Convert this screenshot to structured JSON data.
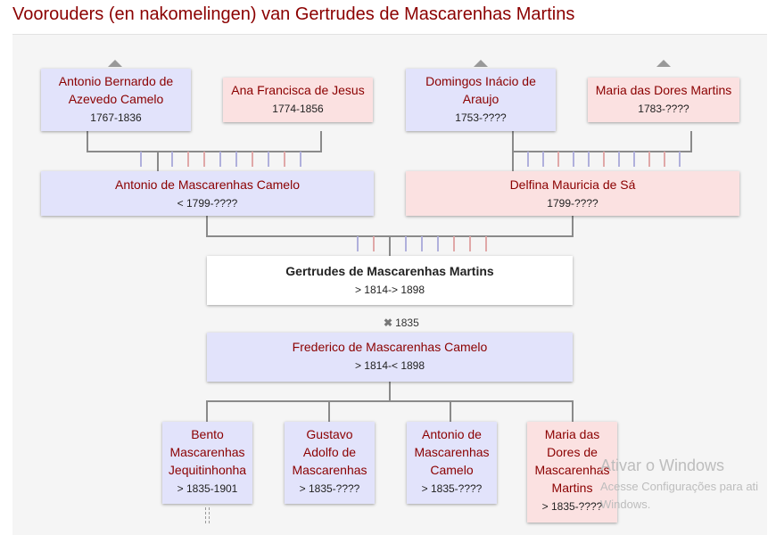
{
  "page_title": "Voorouders (en nakomelingen) van Gertrudes de Mascarenhas Martins",
  "grandparents": [
    {
      "name": "Antonio Bernardo de Azevedo Camelo",
      "dates": "1767-1836"
    },
    {
      "name": "Ana Francisca de Jesus",
      "dates": "1774-1856"
    },
    {
      "name": "Domingos Inácio de Araujo",
      "dates": "1753-????"
    },
    {
      "name": "Maria das Dores Martins",
      "dates": "1783-????"
    }
  ],
  "parents": [
    {
      "name": "Antonio de Mascarenhas Camelo",
      "dates": "< 1799-????"
    },
    {
      "name": "Delfina Mauricia de Sá",
      "dates": "1799-????"
    }
  ],
  "subject": {
    "name": "Gertrudes de Mascarenhas Martins",
    "dates": "> 1814-> 1898"
  },
  "marriage": {
    "icon": "marriage-icon",
    "year": "1835"
  },
  "spouse": {
    "name": "Frederico de Mascarenhas Camelo",
    "dates": "> 1814-< 1898"
  },
  "children": [
    {
      "name": "Bento Mascarenhas Jequitinhonha",
      "dates": "> 1835-1901"
    },
    {
      "name": "Gustavo Adolfo de Mascarenhas",
      "dates": "> 1835-????"
    },
    {
      "name": "Antonio de Mascarenhas Camelo",
      "dates": "> 1835-????"
    },
    {
      "name": "Maria das Dores de Mascarenhas Martins",
      "dates": "> 1835-????"
    }
  ],
  "watermark": {
    "title": "Ativar o Windows",
    "line1": "Acesse Configurações para ati",
    "line2": "Windows."
  },
  "colors": {
    "title": "#8b0000",
    "male_box": "#e2e3fb",
    "female_box": "#fbe1e1",
    "male_tick": "#b0b0dc",
    "female_tick": "#e0a8a8"
  }
}
